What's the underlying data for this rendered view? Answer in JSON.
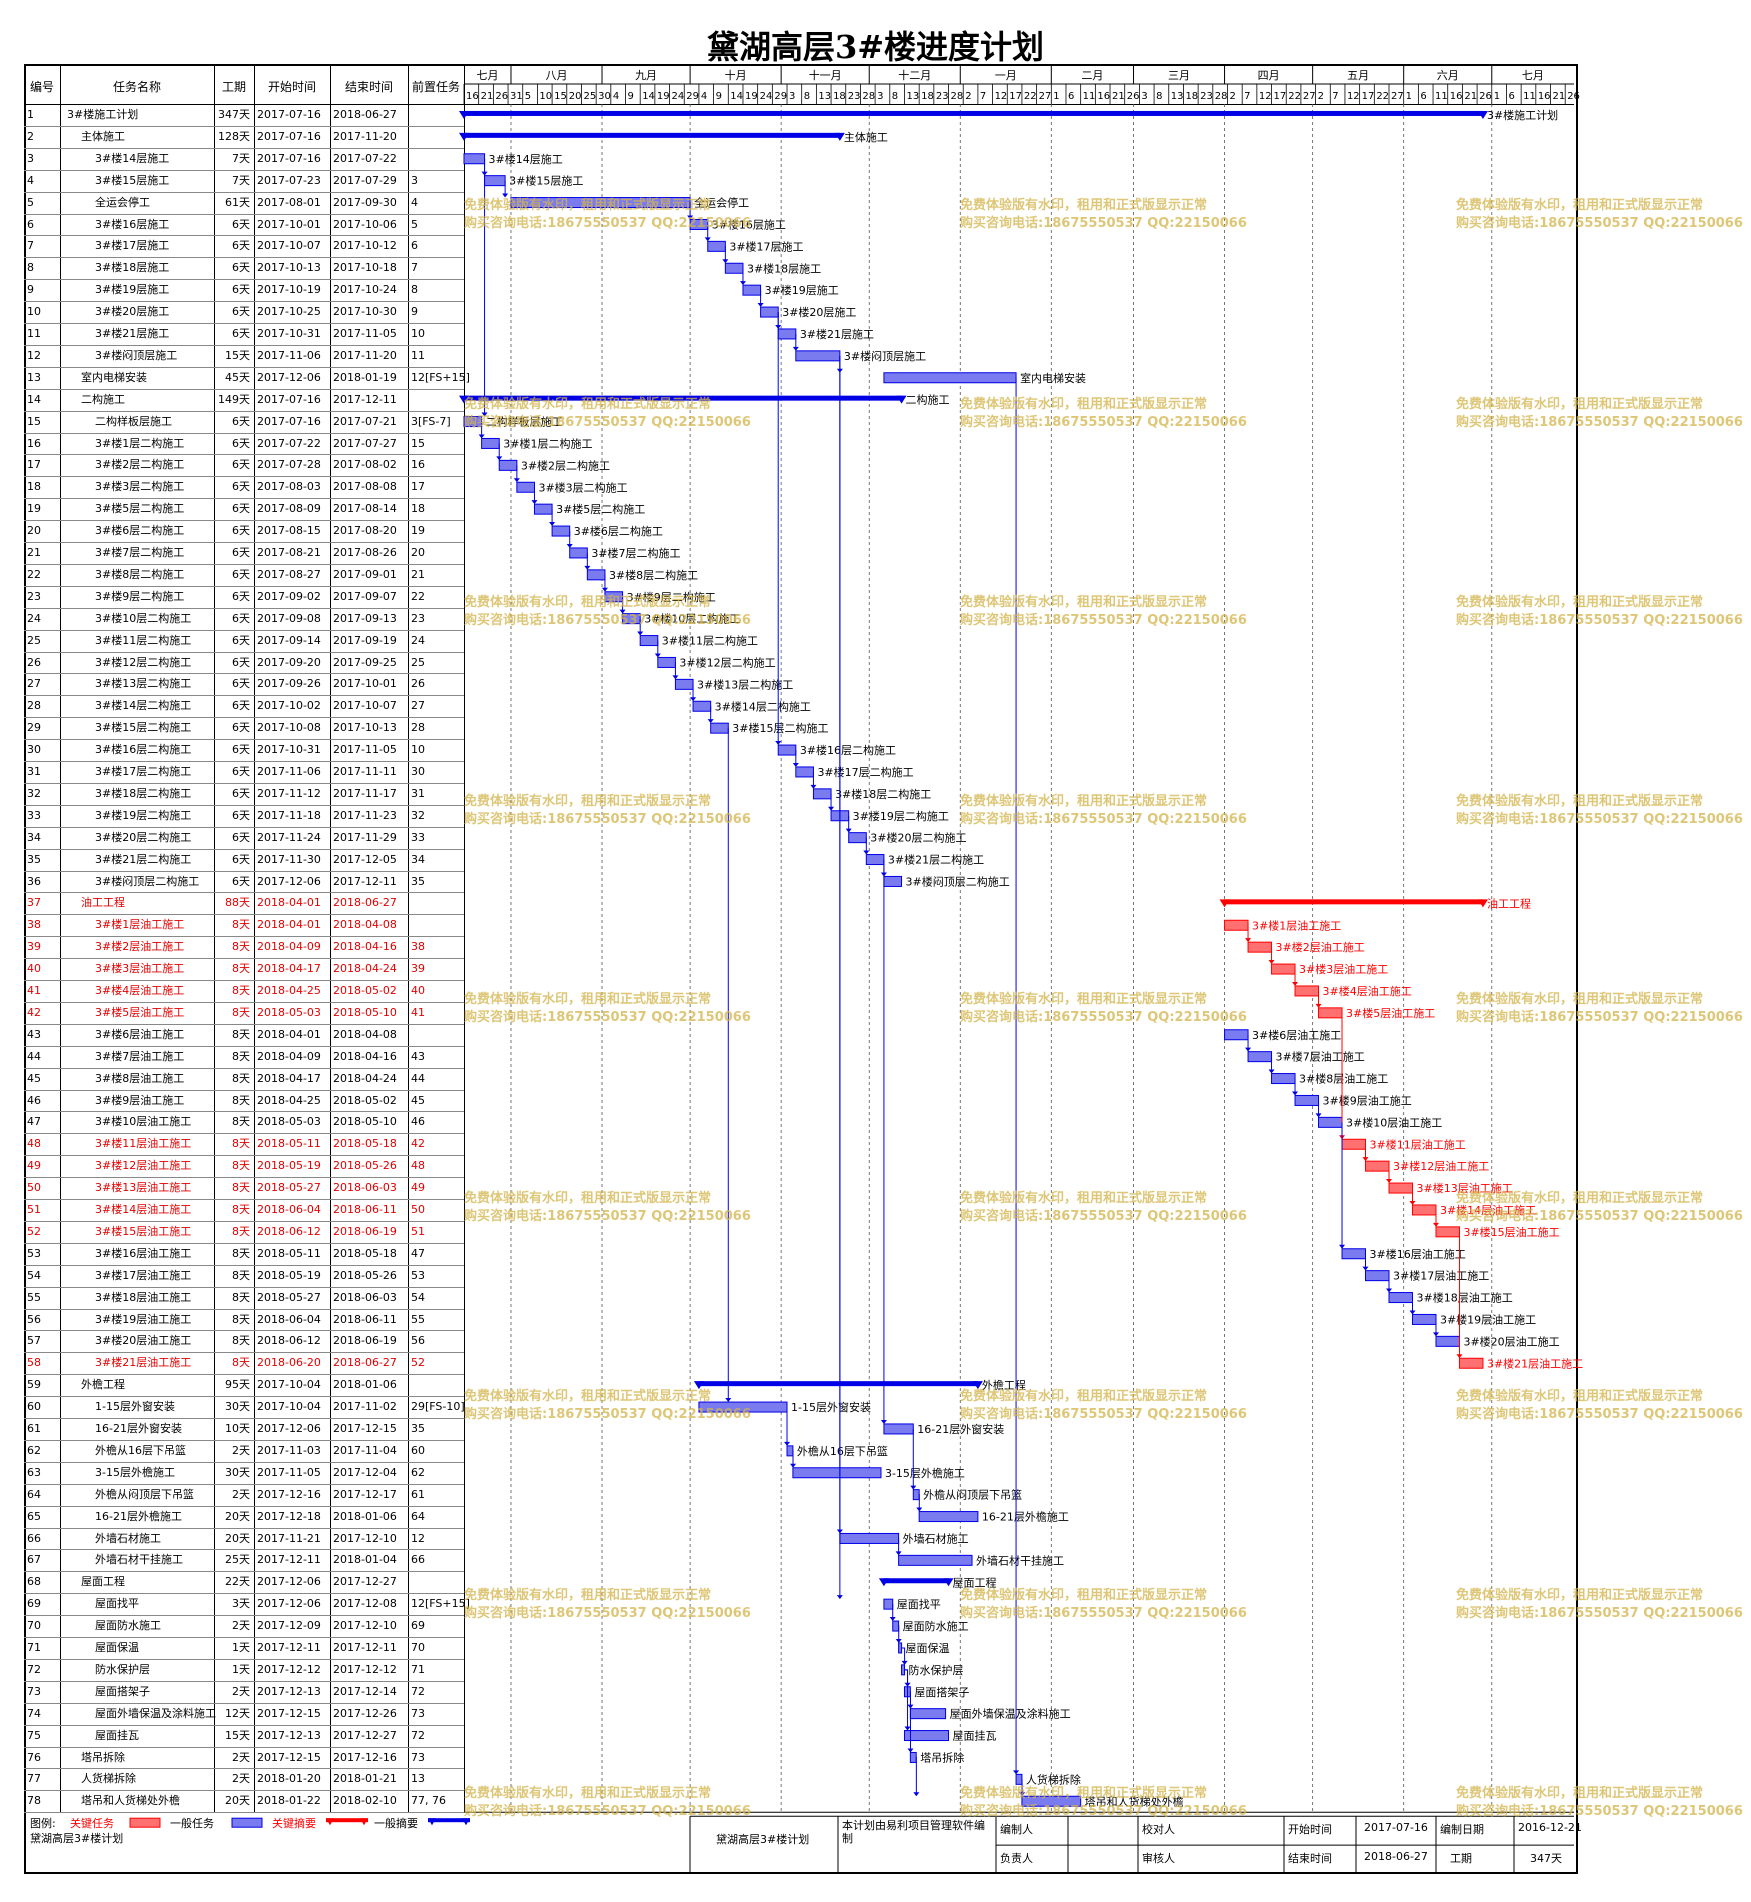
{
  "title": "黛湖高层3#楼进度计划",
  "columns": [
    "编号",
    "任务名称",
    "工期",
    "开始时间",
    "结束时间",
    "前置任务"
  ],
  "months": [
    "七月",
    "八月",
    "九月",
    "十月",
    "十一月",
    "十二月",
    "一月",
    "二月",
    "三月",
    "四月",
    "五月",
    "六月",
    "七月"
  ],
  "day_ticks": [
    "16",
    "21",
    "26",
    "31",
    "5",
    "10",
    "15",
    "20",
    "25",
    "30",
    "4",
    "9",
    "14",
    "19",
    "24",
    "29",
    "4",
    "9",
    "14",
    "19",
    "24",
    "29",
    "3",
    "8",
    "13",
    "18",
    "23",
    "28",
    "3",
    "8",
    "13",
    "18",
    "23",
    "28",
    "2",
    "7",
    "12",
    "17",
    "22",
    "27",
    "1",
    "6",
    "11",
    "16",
    "21",
    "26",
    "3",
    "8",
    "13",
    "18",
    "23",
    "28",
    "2",
    "7",
    "12",
    "17",
    "22",
    "27",
    "2",
    "7",
    "12",
    "17",
    "22",
    "27",
    "1",
    "6",
    "11",
    "16",
    "21",
    "26",
    "1",
    "6",
    "11",
    "16",
    "21",
    "26"
  ],
  "tasks": [
    {
      "id": "1",
      "name": "3#楼施工计划",
      "dur": "347天",
      "start": "2017-07-16",
      "end": "2018-06-27",
      "pred": "",
      "level": 0,
      "type": "summary",
      "crit": false
    },
    {
      "id": "2",
      "name": "主体施工",
      "dur": "128天",
      "start": "2017-07-16",
      "end": "2017-11-20",
      "pred": "",
      "level": 1,
      "type": "summary",
      "crit": false
    },
    {
      "id": "3",
      "name": "3#楼14层施工",
      "dur": "7天",
      "start": "2017-07-16",
      "end": "2017-07-22",
      "pred": "",
      "level": 2,
      "type": "task",
      "crit": false
    },
    {
      "id": "4",
      "name": "3#楼15层施工",
      "dur": "7天",
      "start": "2017-07-23",
      "end": "2017-07-29",
      "pred": "3",
      "level": 2,
      "type": "task",
      "crit": false
    },
    {
      "id": "5",
      "name": "全运会停工",
      "dur": "61天",
      "start": "2017-08-01",
      "end": "2017-09-30",
      "pred": "4",
      "level": 2,
      "type": "task",
      "crit": false
    },
    {
      "id": "6",
      "name": "3#楼16层施工",
      "dur": "6天",
      "start": "2017-10-01",
      "end": "2017-10-06",
      "pred": "5",
      "level": 2,
      "type": "task",
      "crit": false
    },
    {
      "id": "7",
      "name": "3#楼17层施工",
      "dur": "6天",
      "start": "2017-10-07",
      "end": "2017-10-12",
      "pred": "6",
      "level": 2,
      "type": "task",
      "crit": false
    },
    {
      "id": "8",
      "name": "3#楼18层施工",
      "dur": "6天",
      "start": "2017-10-13",
      "end": "2017-10-18",
      "pred": "7",
      "level": 2,
      "type": "task",
      "crit": false
    },
    {
      "id": "9",
      "name": "3#楼19层施工",
      "dur": "6天",
      "start": "2017-10-19",
      "end": "2017-10-24",
      "pred": "8",
      "level": 2,
      "type": "task",
      "crit": false
    },
    {
      "id": "10",
      "name": "3#楼20层施工",
      "dur": "6天",
      "start": "2017-10-25",
      "end": "2017-10-30",
      "pred": "9",
      "level": 2,
      "type": "task",
      "crit": false
    },
    {
      "id": "11",
      "name": "3#楼21层施工",
      "dur": "6天",
      "start": "2017-10-31",
      "end": "2017-11-05",
      "pred": "10",
      "level": 2,
      "type": "task",
      "crit": false
    },
    {
      "id": "12",
      "name": "3#楼闷顶层施工",
      "dur": "15天",
      "start": "2017-11-06",
      "end": "2017-11-20",
      "pred": "11",
      "level": 2,
      "type": "task",
      "crit": false
    },
    {
      "id": "13",
      "name": "室内电梯安装",
      "dur": "45天",
      "start": "2017-12-06",
      "end": "2018-01-19",
      "pred": "12[FS+15]",
      "level": 1,
      "type": "task",
      "crit": false
    },
    {
      "id": "14",
      "name": "二构施工",
      "dur": "149天",
      "start": "2017-07-16",
      "end": "2017-12-11",
      "pred": "",
      "level": 1,
      "type": "summary",
      "crit": false
    },
    {
      "id": "15",
      "name": "二构样板层施工",
      "dur": "6天",
      "start": "2017-07-16",
      "end": "2017-07-21",
      "pred": "3[FS-7]",
      "level": 2,
      "type": "task",
      "crit": false
    },
    {
      "id": "16",
      "name": "3#楼1层二构施工",
      "dur": "6天",
      "start": "2017-07-22",
      "end": "2017-07-27",
      "pred": "15",
      "level": 2,
      "type": "task",
      "crit": false
    },
    {
      "id": "17",
      "name": "3#楼2层二构施工",
      "dur": "6天",
      "start": "2017-07-28",
      "end": "2017-08-02",
      "pred": "16",
      "level": 2,
      "type": "task",
      "crit": false
    },
    {
      "id": "18",
      "name": "3#楼3层二构施工",
      "dur": "6天",
      "start": "2017-08-03",
      "end": "2017-08-08",
      "pred": "17",
      "level": 2,
      "type": "task",
      "crit": false
    },
    {
      "id": "19",
      "name": "3#楼5层二构施工",
      "dur": "6天",
      "start": "2017-08-09",
      "end": "2017-08-14",
      "pred": "18",
      "level": 2,
      "type": "task",
      "crit": false
    },
    {
      "id": "20",
      "name": "3#楼6层二构施工",
      "dur": "6天",
      "start": "2017-08-15",
      "end": "2017-08-20",
      "pred": "19",
      "level": 2,
      "type": "task",
      "crit": false
    },
    {
      "id": "21",
      "name": "3#楼7层二构施工",
      "dur": "6天",
      "start": "2017-08-21",
      "end": "2017-08-26",
      "pred": "20",
      "level": 2,
      "type": "task",
      "crit": false
    },
    {
      "id": "22",
      "name": "3#楼8层二构施工",
      "dur": "6天",
      "start": "2017-08-27",
      "end": "2017-09-01",
      "pred": "21",
      "level": 2,
      "type": "task",
      "crit": false
    },
    {
      "id": "23",
      "name": "3#楼9层二构施工",
      "dur": "6天",
      "start": "2017-09-02",
      "end": "2017-09-07",
      "pred": "22",
      "level": 2,
      "type": "task",
      "crit": false
    },
    {
      "id": "24",
      "name": "3#楼10层二构施工",
      "dur": "6天",
      "start": "2017-09-08",
      "end": "2017-09-13",
      "pred": "23",
      "level": 2,
      "type": "task",
      "crit": false
    },
    {
      "id": "25",
      "name": "3#楼11层二构施工",
      "dur": "6天",
      "start": "2017-09-14",
      "end": "2017-09-19",
      "pred": "24",
      "level": 2,
      "type": "task",
      "crit": false
    },
    {
      "id": "26",
      "name": "3#楼12层二构施工",
      "dur": "6天",
      "start": "2017-09-20",
      "end": "2017-09-25",
      "pred": "25",
      "level": 2,
      "type": "task",
      "crit": false
    },
    {
      "id": "27",
      "name": "3#楼13层二构施工",
      "dur": "6天",
      "start": "2017-09-26",
      "end": "2017-10-01",
      "pred": "26",
      "level": 2,
      "type": "task",
      "crit": false
    },
    {
      "id": "28",
      "name": "3#楼14层二构施工",
      "dur": "6天",
      "start": "2017-10-02",
      "end": "2017-10-07",
      "pred": "27",
      "level": 2,
      "type": "task",
      "crit": false
    },
    {
      "id": "29",
      "name": "3#楼15层二构施工",
      "dur": "6天",
      "start": "2017-10-08",
      "end": "2017-10-13",
      "pred": "28",
      "level": 2,
      "type": "task",
      "crit": false
    },
    {
      "id": "30",
      "name": "3#楼16层二构施工",
      "dur": "6天",
      "start": "2017-10-31",
      "end": "2017-11-05",
      "pred": "10",
      "level": 2,
      "type": "task",
      "crit": false
    },
    {
      "id": "31",
      "name": "3#楼17层二构施工",
      "dur": "6天",
      "start": "2017-11-06",
      "end": "2017-11-11",
      "pred": "30",
      "level": 2,
      "type": "task",
      "crit": false
    },
    {
      "id": "32",
      "name": "3#楼18层二构施工",
      "dur": "6天",
      "start": "2017-11-12",
      "end": "2017-11-17",
      "pred": "31",
      "level": 2,
      "type": "task",
      "crit": false
    },
    {
      "id": "33",
      "name": "3#楼19层二构施工",
      "dur": "6天",
      "start": "2017-11-18",
      "end": "2017-11-23",
      "pred": "32",
      "level": 2,
      "type": "task",
      "crit": false
    },
    {
      "id": "34",
      "name": "3#楼20层二构施工",
      "dur": "6天",
      "start": "2017-11-24",
      "end": "2017-11-29",
      "pred": "33",
      "level": 2,
      "type": "task",
      "crit": false
    },
    {
      "id": "35",
      "name": "3#楼21层二构施工",
      "dur": "6天",
      "start": "2017-11-30",
      "end": "2017-12-05",
      "pred": "34",
      "level": 2,
      "type": "task",
      "crit": false
    },
    {
      "id": "36",
      "name": "3#楼闷顶层二构施工",
      "dur": "6天",
      "start": "2017-12-06",
      "end": "2017-12-11",
      "pred": "35",
      "level": 2,
      "type": "task",
      "crit": false
    },
    {
      "id": "37",
      "name": "油工工程",
      "dur": "88天",
      "start": "2018-04-01",
      "end": "2018-06-27",
      "pred": "",
      "level": 1,
      "type": "summary",
      "crit": true
    },
    {
      "id": "38",
      "name": "3#楼1层油工施工",
      "dur": "8天",
      "start": "2018-04-01",
      "end": "2018-04-08",
      "pred": "",
      "level": 2,
      "type": "task",
      "crit": true
    },
    {
      "id": "39",
      "name": "3#楼2层油工施工",
      "dur": "8天",
      "start": "2018-04-09",
      "end": "2018-04-16",
      "pred": "38",
      "level": 2,
      "type": "task",
      "crit": true
    },
    {
      "id": "40",
      "name": "3#楼3层油工施工",
      "dur": "8天",
      "start": "2018-04-17",
      "end": "2018-04-24",
      "pred": "39",
      "level": 2,
      "type": "task",
      "crit": true
    },
    {
      "id": "41",
      "name": "3#楼4层油工施工",
      "dur": "8天",
      "start": "2018-04-25",
      "end": "2018-05-02",
      "pred": "40",
      "level": 2,
      "type": "task",
      "crit": true
    },
    {
      "id": "42",
      "name": "3#楼5层油工施工",
      "dur": "8天",
      "start": "2018-05-03",
      "end": "2018-05-10",
      "pred": "41",
      "level": 2,
      "type": "task",
      "crit": true
    },
    {
      "id": "43",
      "name": "3#楼6层油工施工",
      "dur": "8天",
      "start": "2018-04-01",
      "end": "2018-04-08",
      "pred": "",
      "level": 2,
      "type": "task",
      "crit": false
    },
    {
      "id": "44",
      "name": "3#楼7层油工施工",
      "dur": "8天",
      "start": "2018-04-09",
      "end": "2018-04-16",
      "pred": "43",
      "level": 2,
      "type": "task",
      "crit": false
    },
    {
      "id": "45",
      "name": "3#楼8层油工施工",
      "dur": "8天",
      "start": "2018-04-17",
      "end": "2018-04-24",
      "pred": "44",
      "level": 2,
      "type": "task",
      "crit": false
    },
    {
      "id": "46",
      "name": "3#楼9层油工施工",
      "dur": "8天",
      "start": "2018-04-25",
      "end": "2018-05-02",
      "pred": "45",
      "level": 2,
      "type": "task",
      "crit": false
    },
    {
      "id": "47",
      "name": "3#楼10层油工施工",
      "dur": "8天",
      "start": "2018-05-03",
      "end": "2018-05-10",
      "pred": "46",
      "level": 2,
      "type": "task",
      "crit": false
    },
    {
      "id": "48",
      "name": "3#楼11层油工施工",
      "dur": "8天",
      "start": "2018-05-11",
      "end": "2018-05-18",
      "pred": "42",
      "level": 2,
      "type": "task",
      "crit": true
    },
    {
      "id": "49",
      "name": "3#楼12层油工施工",
      "dur": "8天",
      "start": "2018-05-19",
      "end": "2018-05-26",
      "pred": "48",
      "level": 2,
      "type": "task",
      "crit": true
    },
    {
      "id": "50",
      "name": "3#楼13层油工施工",
      "dur": "8天",
      "start": "2018-05-27",
      "end": "2018-06-03",
      "pred": "49",
      "level": 2,
      "type": "task",
      "crit": true
    },
    {
      "id": "51",
      "name": "3#楼14层油工施工",
      "dur": "8天",
      "start": "2018-06-04",
      "end": "2018-06-11",
      "pred": "50",
      "level": 2,
      "type": "task",
      "crit": true
    },
    {
      "id": "52",
      "name": "3#楼15层油工施工",
      "dur": "8天",
      "start": "2018-06-12",
      "end": "2018-06-19",
      "pred": "51",
      "level": 2,
      "type": "task",
      "crit": true
    },
    {
      "id": "53",
      "name": "3#楼16层油工施工",
      "dur": "8天",
      "start": "2018-05-11",
      "end": "2018-05-18",
      "pred": "47",
      "level": 2,
      "type": "task",
      "crit": false
    },
    {
      "id": "54",
      "name": "3#楼17层油工施工",
      "dur": "8天",
      "start": "2018-05-19",
      "end": "2018-05-26",
      "pred": "53",
      "level": 2,
      "type": "task",
      "crit": false
    },
    {
      "id": "55",
      "name": "3#楼18层油工施工",
      "dur": "8天",
      "start": "2018-05-27",
      "end": "2018-06-03",
      "pred": "54",
      "level": 2,
      "type": "task",
      "crit": false
    },
    {
      "id": "56",
      "name": "3#楼19层油工施工",
      "dur": "8天",
      "start": "2018-06-04",
      "end": "2018-06-11",
      "pred": "55",
      "level": 2,
      "type": "task",
      "crit": false
    },
    {
      "id": "57",
      "name": "3#楼20层油工施工",
      "dur": "8天",
      "start": "2018-06-12",
      "end": "2018-06-19",
      "pred": "56",
      "level": 2,
      "type": "task",
      "crit": false
    },
    {
      "id": "58",
      "name": "3#楼21层油工施工",
      "dur": "8天",
      "start": "2018-06-20",
      "end": "2018-06-27",
      "pred": "52",
      "level": 2,
      "type": "task",
      "crit": true
    },
    {
      "id": "59",
      "name": "外檐工程",
      "dur": "95天",
      "start": "2017-10-04",
      "end": "2018-01-06",
      "pred": "",
      "level": 1,
      "type": "summary",
      "crit": false
    },
    {
      "id": "60",
      "name": "1-15层外窗安装",
      "dur": "30天",
      "start": "2017-10-04",
      "end": "2017-11-02",
      "pred": "29[FS-10]",
      "level": 2,
      "type": "task",
      "crit": false
    },
    {
      "id": "61",
      "name": "16-21层外窗安装",
      "dur": "10天",
      "start": "2017-12-06",
      "end": "2017-12-15",
      "pred": "35",
      "level": 2,
      "type": "task",
      "crit": false
    },
    {
      "id": "62",
      "name": "外檐从16层下吊篮",
      "dur": "2天",
      "start": "2017-11-03",
      "end": "2017-11-04",
      "pred": "60",
      "level": 2,
      "type": "task",
      "crit": false
    },
    {
      "id": "63",
      "name": "3-15层外檐施工",
      "dur": "30天",
      "start": "2017-11-05",
      "end": "2017-12-04",
      "pred": "62",
      "level": 2,
      "type": "task",
      "crit": false
    },
    {
      "id": "64",
      "name": "外檐从闷顶层下吊篮",
      "dur": "2天",
      "start": "2017-12-16",
      "end": "2017-12-17",
      "pred": "61",
      "level": 2,
      "type": "task",
      "crit": false
    },
    {
      "id": "65",
      "name": "16-21层外檐施工",
      "dur": "20天",
      "start": "2017-12-18",
      "end": "2018-01-06",
      "pred": "64",
      "level": 2,
      "type": "task",
      "crit": false
    },
    {
      "id": "66",
      "name": "外墙石材施工",
      "dur": "20天",
      "start": "2017-11-21",
      "end": "2017-12-10",
      "pred": "12",
      "level": 2,
      "type": "task",
      "crit": false
    },
    {
      "id": "67",
      "name": "外墙石材干挂施工",
      "dur": "25天",
      "start": "2017-12-11",
      "end": "2018-01-04",
      "pred": "66",
      "level": 2,
      "type": "task",
      "crit": false
    },
    {
      "id": "68",
      "name": "屋面工程",
      "dur": "22天",
      "start": "2017-12-06",
      "end": "2017-12-27",
      "pred": "",
      "level": 1,
      "type": "summary",
      "crit": false
    },
    {
      "id": "69",
      "name": "屋面找平",
      "dur": "3天",
      "start": "2017-12-06",
      "end": "2017-12-08",
      "pred": "12[FS+15]",
      "level": 2,
      "type": "task",
      "crit": false
    },
    {
      "id": "70",
      "name": "屋面防水施工",
      "dur": "2天",
      "start": "2017-12-09",
      "end": "2017-12-10",
      "pred": "69",
      "level": 2,
      "type": "task",
      "crit": false
    },
    {
      "id": "71",
      "name": "屋面保温",
      "dur": "1天",
      "start": "2017-12-11",
      "end": "2017-12-11",
      "pred": "70",
      "level": 2,
      "type": "task",
      "crit": false
    },
    {
      "id": "72",
      "name": "防水保护层",
      "dur": "1天",
      "start": "2017-12-12",
      "end": "2017-12-12",
      "pred": "71",
      "level": 2,
      "type": "task",
      "crit": false
    },
    {
      "id": "73",
      "name": "屋面搭架子",
      "dur": "2天",
      "start": "2017-12-13",
      "end": "2017-12-14",
      "pred": "72",
      "level": 2,
      "type": "task",
      "crit": false
    },
    {
      "id": "74",
      "name": "屋面外墙保温及涂料施工",
      "dur": "12天",
      "start": "2017-12-15",
      "end": "2017-12-26",
      "pred": "73",
      "level": 2,
      "type": "task",
      "crit": false
    },
    {
      "id": "75",
      "name": "屋面挂瓦",
      "dur": "15天",
      "start": "2017-12-13",
      "end": "2017-12-27",
      "pred": "72",
      "level": 2,
      "type": "task",
      "crit": false
    },
    {
      "id": "76",
      "name": "塔吊拆除",
      "dur": "2天",
      "start": "2017-12-15",
      "end": "2017-12-16",
      "pred": "73",
      "level": 1,
      "type": "task",
      "crit": false
    },
    {
      "id": "77",
      "name": "人货梯拆除",
      "dur": "2天",
      "start": "2018-01-20",
      "end": "2018-01-21",
      "pred": "13",
      "level": 1,
      "type": "task",
      "crit": false
    },
    {
      "id": "78",
      "name": "塔吊和人货梯处外檐",
      "dur": "20天",
      "start": "2018-01-22",
      "end": "2018-02-10",
      "pred": "77, 76",
      "level": 1,
      "type": "task",
      "crit": false
    }
  ],
  "watermark": {
    "line1": "免费体验版有水印，租用和正式版显示正常",
    "line2": "购买咨询电话:18675550537 QQ:22150066"
  },
  "footer": {
    "legend_label": "图例:",
    "legend_items": [
      "关键任务",
      "一般任务",
      "关键摘要",
      "一般摘要"
    ],
    "project_name": "黛湖高层3#楼计划",
    "project_name_center": "黛湖高层3#楼计划",
    "software_note": "本计划由易利项目管理软件编制",
    "compiler_label": "编制人",
    "checker_label": "校对人",
    "owner_label": "负责人",
    "reviewer_label": "审核人",
    "start_label": "开始时间",
    "start_value": "2017-07-16",
    "end_label": "结束时间",
    "end_value": "2018-06-27",
    "date_label": "编制日期",
    "date_value": "2016-12-21",
    "period_label": "工期",
    "period_value": "347天"
  },
  "colors": {
    "normal": "#0000e6",
    "critical": "#ff0000",
    "bar_fill": "#7b7bf0",
    "crit_fill": "#ff7070",
    "watermark": "#d4b44a"
  }
}
